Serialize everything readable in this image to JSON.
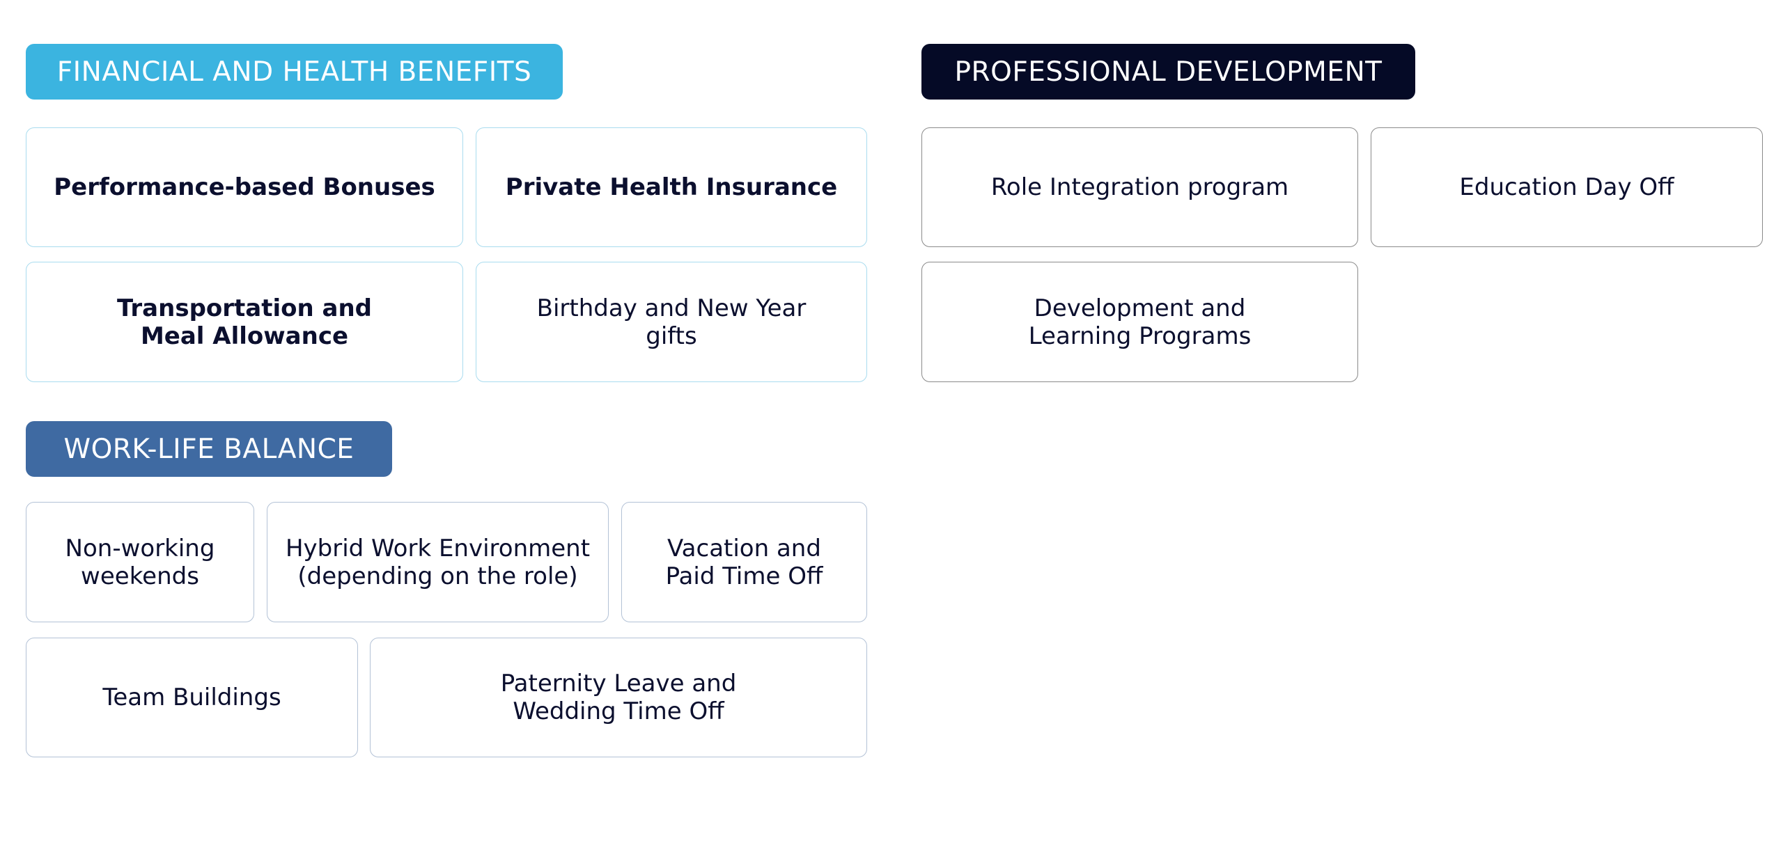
{
  "sections": {
    "financial": {
      "title": "FINANCIAL AND HEALTH BENEFITS",
      "color": "#3bb4e0",
      "items": [
        "Performance-based Bonuses",
        "Private Health Insurance",
        "Transportation and Meal Allowance",
        "Birthday and New Year gifts"
      ]
    },
    "professional": {
      "title": "PROFESSIONAL DEVELOPMENT",
      "color": "#050a26",
      "items": [
        "Role Integration program",
        "Education Day Off",
        "Development and Learning Programs"
      ]
    },
    "worklife": {
      "title": "WORK-LIFE BALANCE",
      "color": "#3f6aa2",
      "items": [
        "Non-working weekends",
        "Hybrid Work Environment (depending on the role)",
        "Vacation and Paid Time Off",
        "Team Buildings",
        "Paternity Leave and Wedding Time Off"
      ]
    }
  }
}
